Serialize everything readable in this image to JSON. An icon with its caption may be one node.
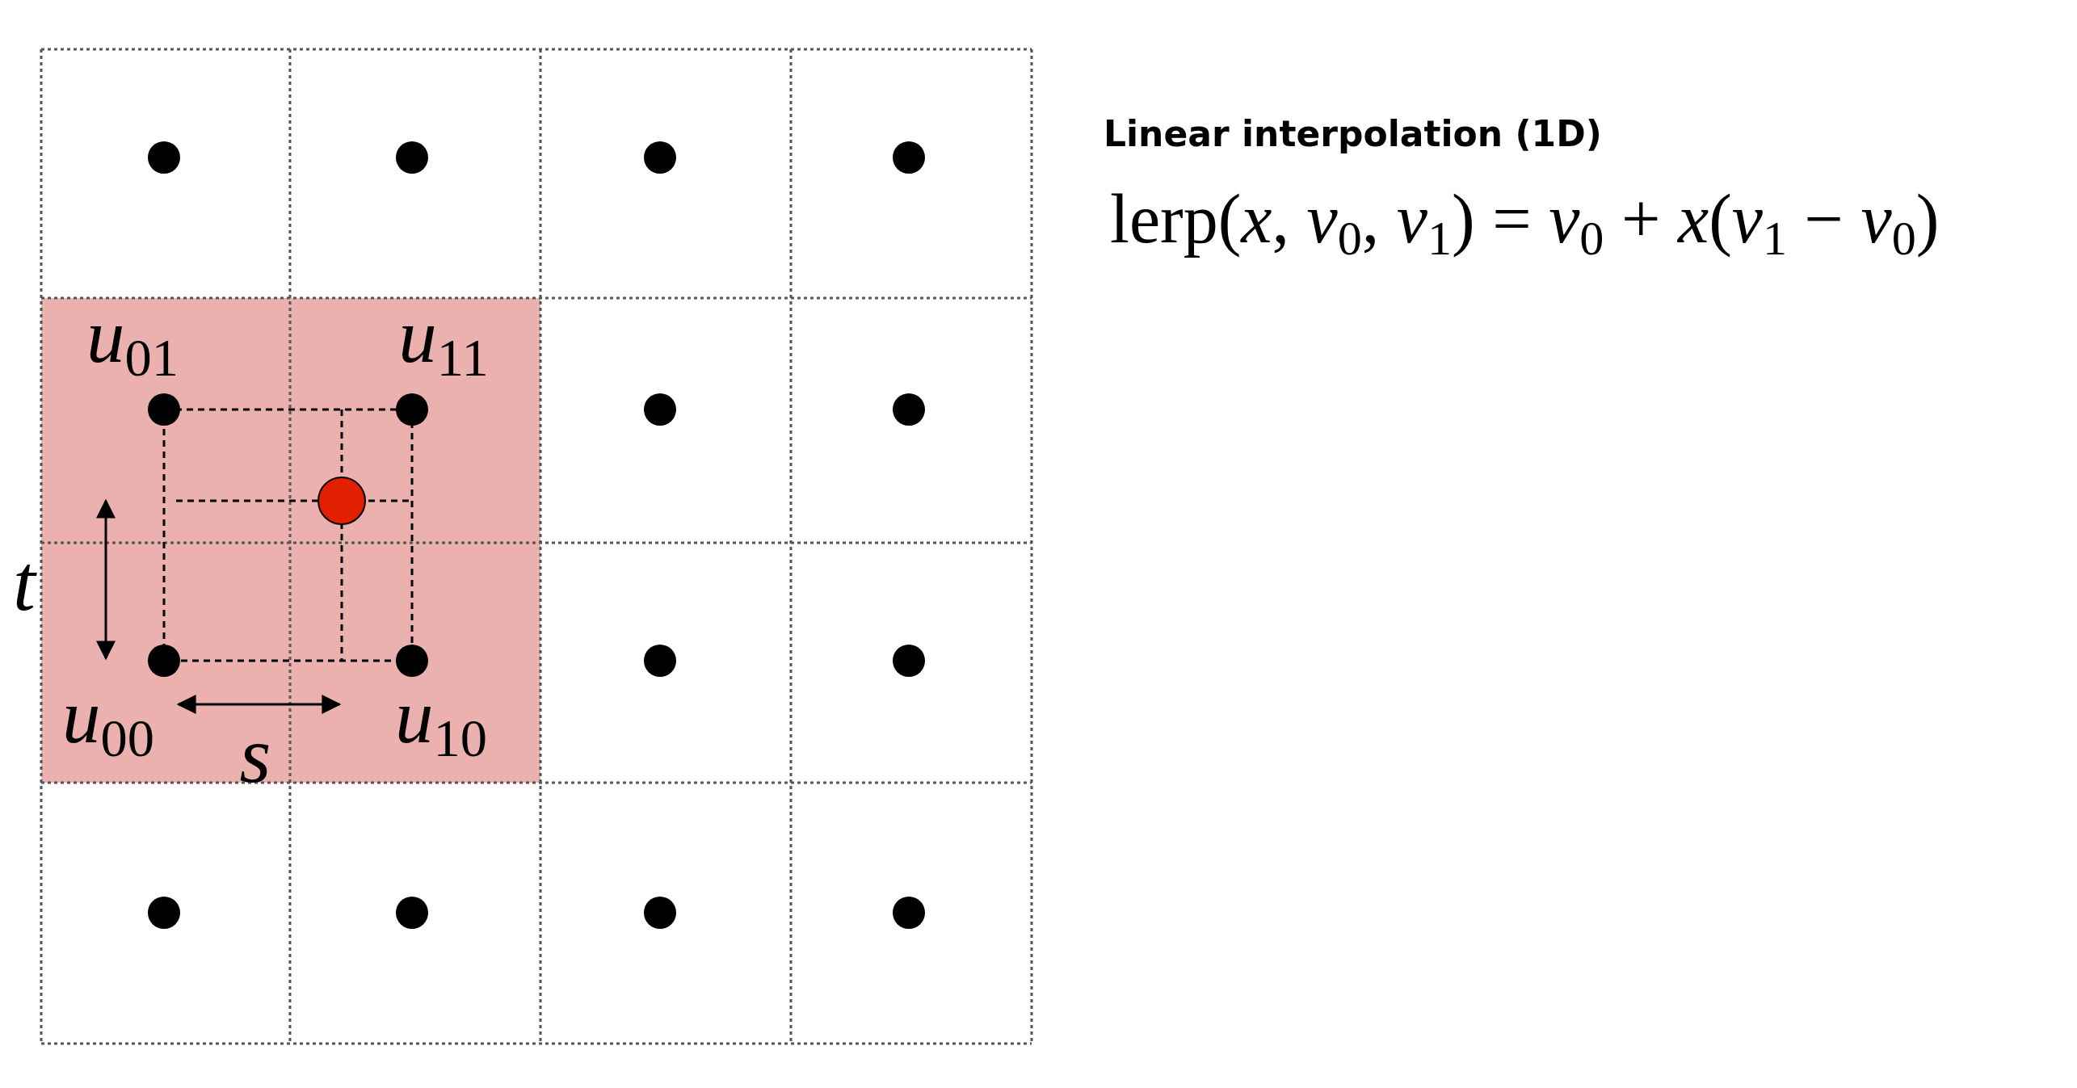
{
  "diagram": {
    "title": "Linear interpolation (1D)",
    "labels": [
      "lerp(*x*, *v*$_{0}$, *v*$_{1}$) = *v*$_{0}$ + *x*(*v*$_{1}$ − *v*$_{0}$)",
      "*u*$_{01}$",
      "*u*$_{11}$",
      "*t*",
      "*u*$_{00}$",
      "*u*$_{10}$",
      "*s*"
    ]
  }
}
